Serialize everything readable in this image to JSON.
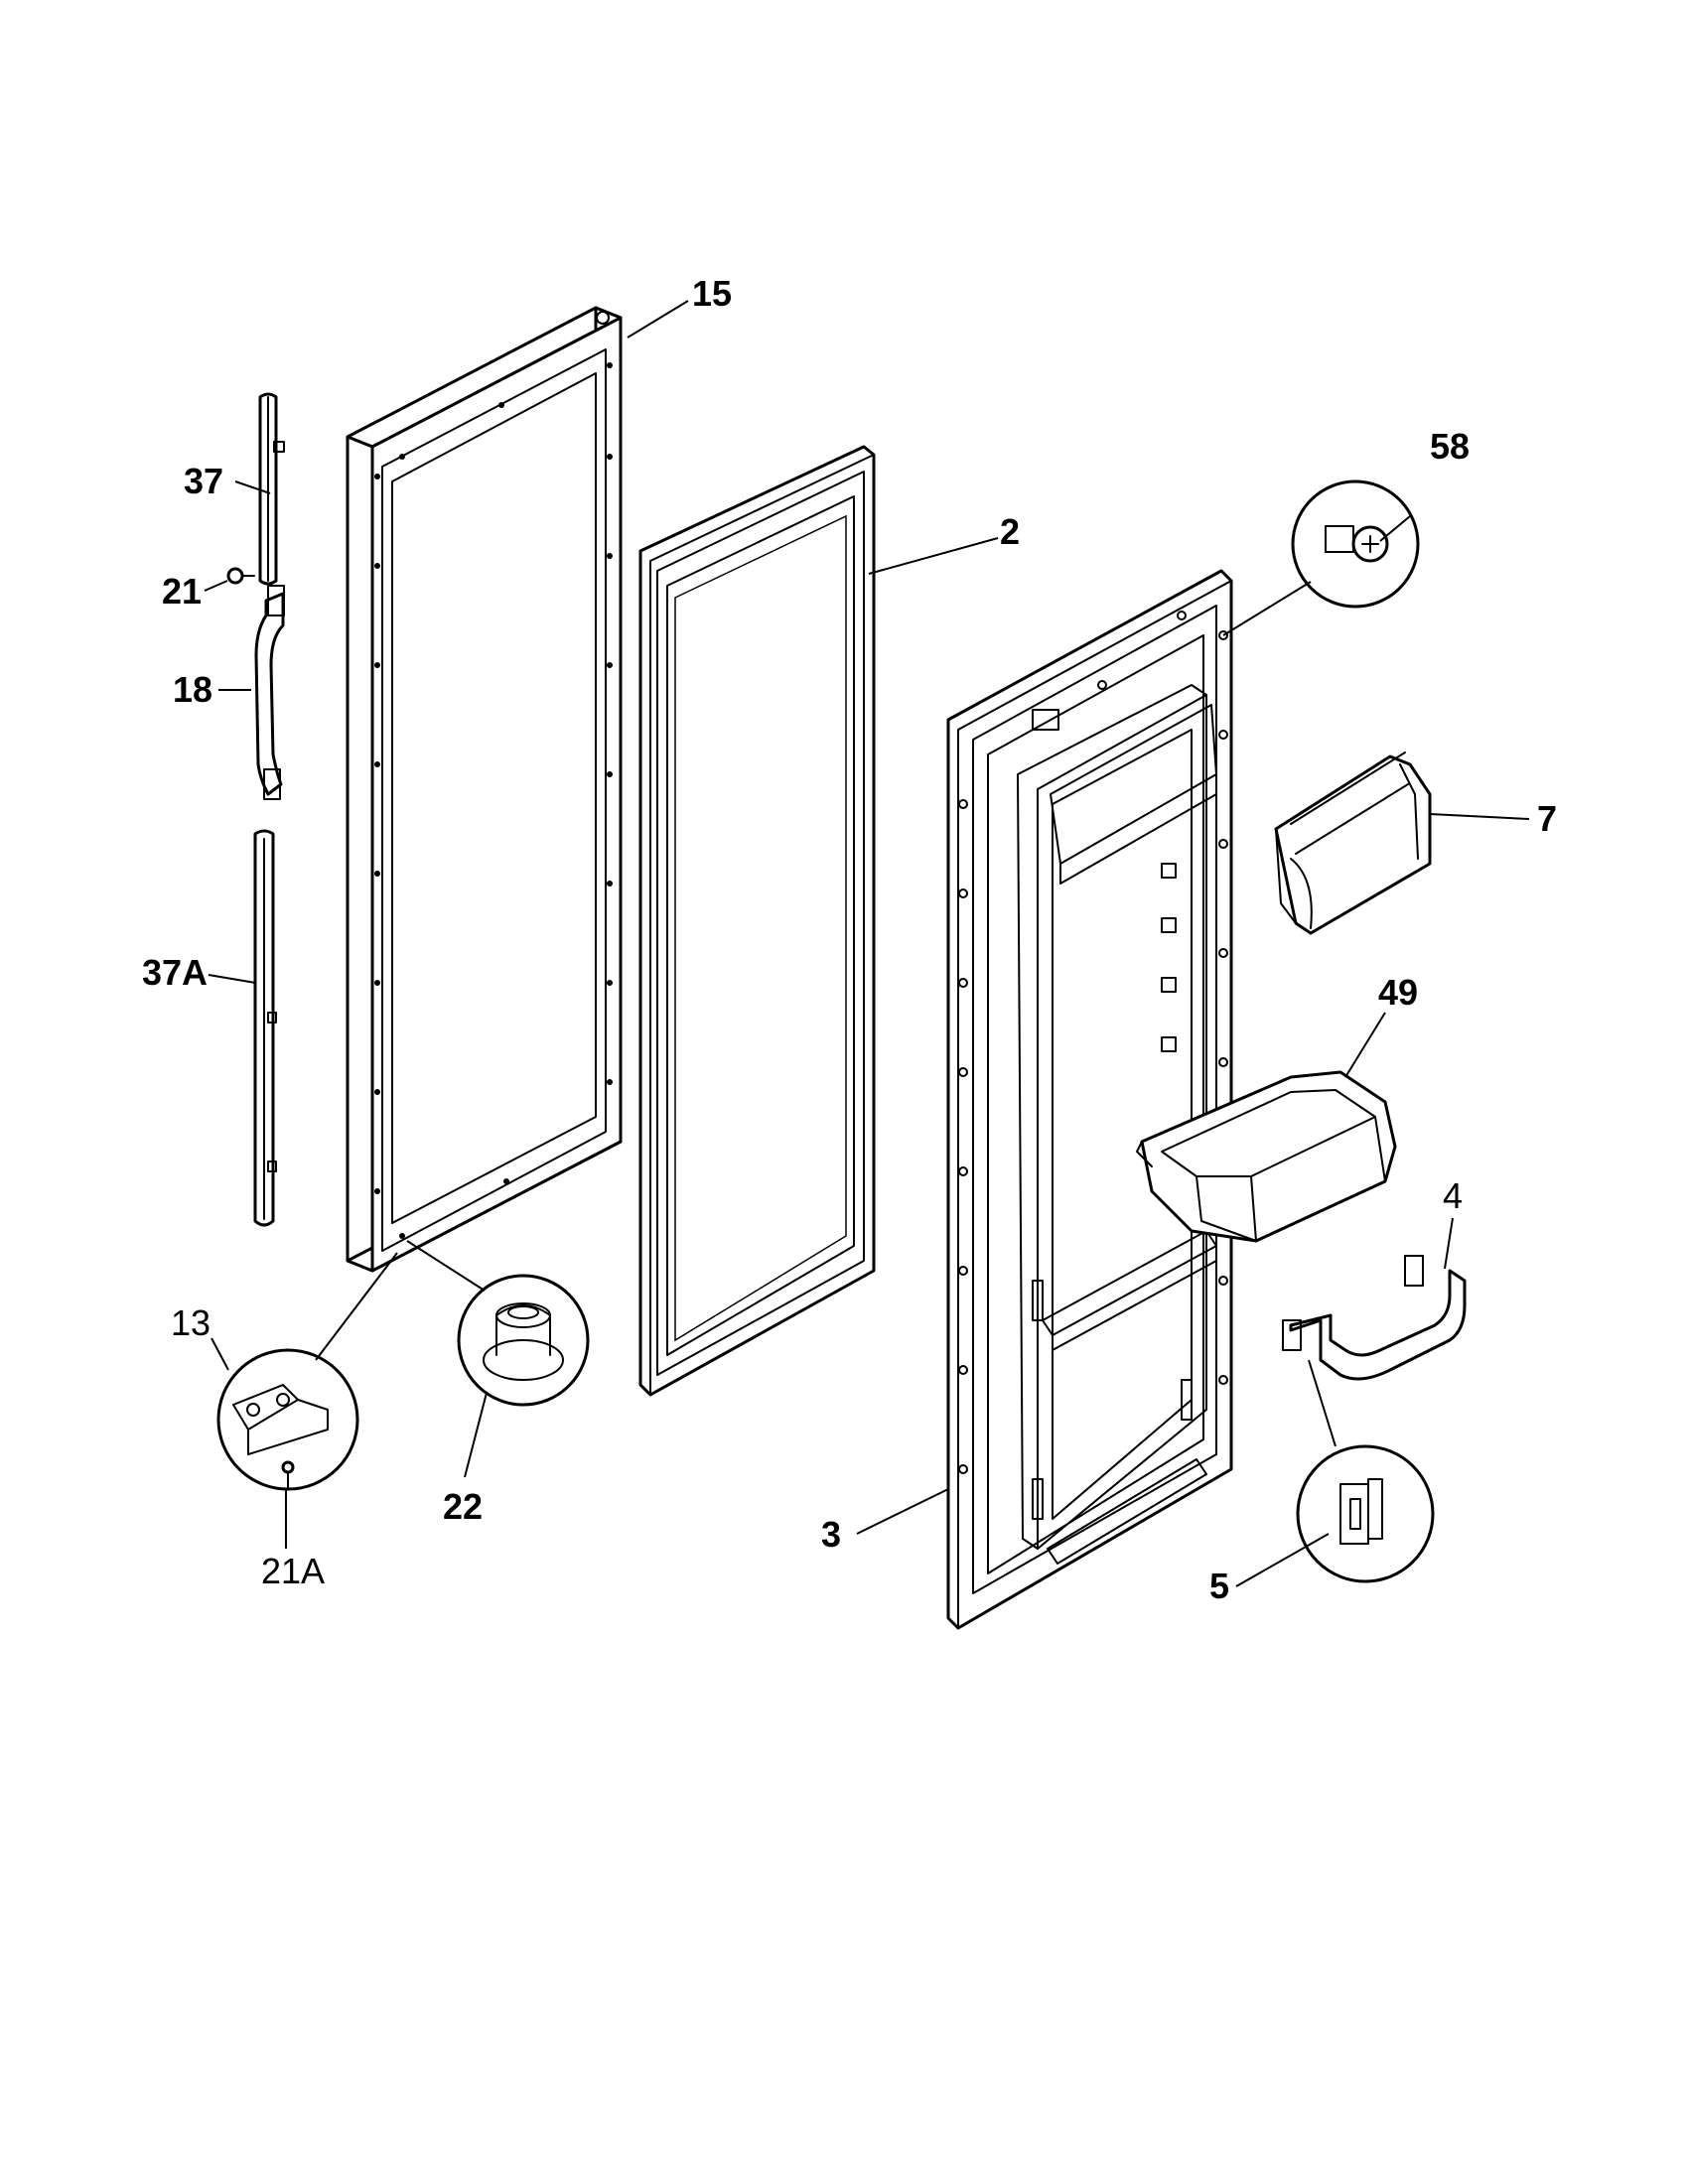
{
  "callouts": {
    "c15": "15",
    "c37": "37",
    "c21": "21",
    "c18": "18",
    "c37A": "37A",
    "c13": "13",
    "c21A": "21A",
    "c22": "22",
    "c2": "2",
    "c58": "58",
    "c7": "7",
    "c49": "49",
    "c4": "4",
    "c3": "3",
    "c5": "5"
  }
}
